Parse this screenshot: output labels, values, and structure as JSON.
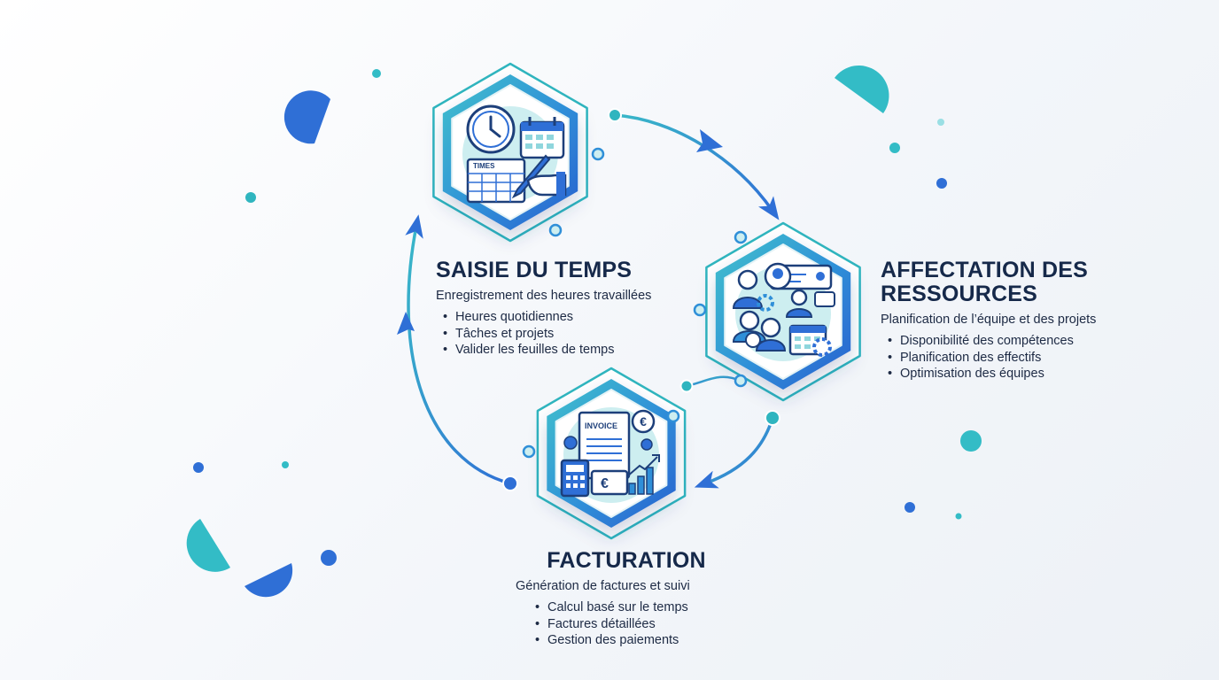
{
  "colors": {
    "navy": "#16294a",
    "blue": "#2f6fd6",
    "teal": "#2bb3c0",
    "cyan": "#47c6cf",
    "light_teal": "#cdeef0"
  },
  "steps": [
    {
      "id": "saisie",
      "title": "SAISIE DU TEMPS",
      "subtitle": "Enregistrement des heures travaillées",
      "bullets": [
        "Heures quotidiennes",
        "Tâches et projets",
        "Valider les feuilles de temps"
      ],
      "icon": "clock-calendar-timesheet-icon",
      "icon_text": "TIMES"
    },
    {
      "id": "affectation",
      "title": "AFFECTATION DES\nRESSOURCES",
      "subtitle": "Planification de l’équipe et des projets",
      "bullets": [
        "Disponibilité des compétences",
        "Planification des effectifs",
        "Optimisation des équipes"
      ],
      "icon": "team-planning-icon"
    },
    {
      "id": "facturation",
      "title": "FACTURATION",
      "subtitle": "Génération de factures et suivi",
      "bullets": [
        "Calcul basé sur le temps",
        "Factures détaillées",
        "Gestion des paiements"
      ],
      "icon": "invoice-calculator-icon",
      "icon_text": "INVOICE",
      "currency_symbol": "€"
    }
  ]
}
